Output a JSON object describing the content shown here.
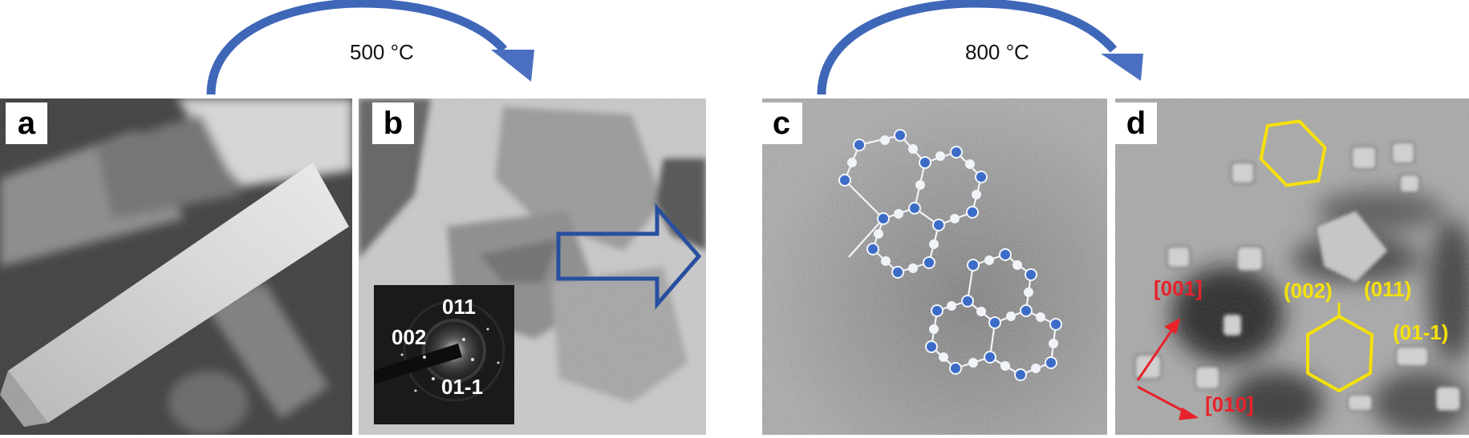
{
  "figure": {
    "panels": [
      {
        "id": "a",
        "label": "a",
        "description": "SEM image of rod-like crystals"
      },
      {
        "id": "b",
        "label": "b",
        "description": "TEM image of hexagonal platelets with SAED inset",
        "inset": {
          "labels": [
            "011",
            "002",
            "01-1"
          ]
        }
      },
      {
        "id": "c",
        "label": "c",
        "description": "HRTEM image with overlaid hexagonal ring lattice schematics"
      },
      {
        "id": "d",
        "label": "d",
        "description": "TEM image with hexagonal nanoparticles",
        "crystal_planes": [
          "(002)",
          "(011)",
          "(01-1)"
        ],
        "directions": [
          "[001]",
          "[010]"
        ]
      }
    ],
    "transitions": [
      {
        "from": "a",
        "to": "b",
        "label": "500 °C"
      },
      {
        "from": "b",
        "to": "c",
        "label": ""
      },
      {
        "from": "c",
        "to": "d",
        "label": "800 °C"
      }
    ],
    "colors": {
      "arrow_blue": "#3f67b8",
      "hollow_arrow_blue": "#284f9e",
      "node_blue": "#3c6cc8",
      "node_light": "#e3e8f2",
      "hexagon_yellow": "#f5e10a",
      "direction_red": "#e8222a"
    }
  }
}
